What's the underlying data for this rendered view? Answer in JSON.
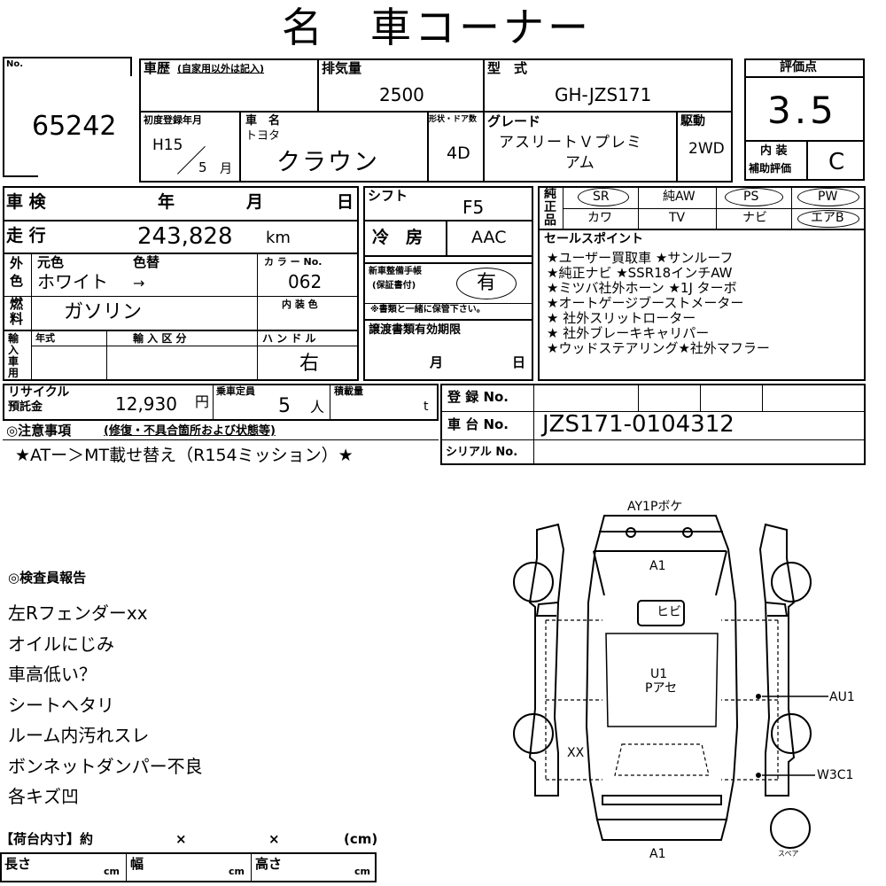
{
  "title": "名　車コーナー",
  "lot": {
    "label": "No.",
    "value": "65242"
  },
  "history": {
    "label": "車歴",
    "note": "(自家用以外は記入)"
  },
  "displacement": {
    "label": "排気量",
    "value": "2500"
  },
  "model": {
    "label": "型　式",
    "value": "GH-JZS171"
  },
  "rating": {
    "label": "評価点",
    "value": "3.5",
    "interior_label1": "内 装",
    "interior_label2": "補助評価",
    "interior_value": "C"
  },
  "first_reg": {
    "label": "初度登録年月",
    "year": "H15",
    "month": "5",
    "month_unit": "月"
  },
  "car_name": {
    "label": "車　名",
    "maker": "トヨタ",
    "value": "クラウン"
  },
  "doors": {
    "label": "形状・ドア数",
    "value": "4D"
  },
  "grade": {
    "label": "グレード",
    "line1": "アスリートＶプレミ",
    "line2": "アム"
  },
  "drive": {
    "label": "駆動",
    "value": "2WD"
  },
  "inspection": {
    "label": "車 検",
    "year": "年",
    "month": "月",
    "day": "日"
  },
  "shift": {
    "label": "シフト",
    "value": "F5"
  },
  "mileage": {
    "label": "走 行",
    "value": "243,828",
    "unit": "km"
  },
  "ac": {
    "label": "冷　房",
    "value": "AAC"
  },
  "color": {
    "label1": "外",
    "label2": "色",
    "orig_label": "元色",
    "repaint_label": "色替",
    "value": "ホワイト",
    "arrow": "→",
    "code_label": "カ ラ ー No.",
    "code": "062",
    "interior_label": "内 装 色"
  },
  "fuel": {
    "label1": "燃",
    "label2": "料",
    "value": "ガソリン"
  },
  "maint": {
    "label1": "新車整備手帳",
    "label2": "(保証書付)",
    "value": "有",
    "note": "※書類と一緒に保管下さい。"
  },
  "import": {
    "label": "輸入車用",
    "year_label": "年式",
    "type_label": "輸 入 区 分",
    "handle_label": "ハ ン ド ル",
    "handle_value": "右"
  },
  "doc_expiry": {
    "label": "譲渡書類有効期限",
    "month": "月",
    "day": "日"
  },
  "equip": {
    "side1": "純",
    "side2": "正",
    "side3": "品",
    "row1": [
      "SR",
      "純AW",
      "PS",
      "PW"
    ],
    "row2": [
      "カワ",
      "TV",
      "ナビ",
      "エアB"
    ]
  },
  "sales": {
    "label": "セールスポイント",
    "lines": [
      "★ユーザー買取車 ★サンルーフ",
      "★純正ナビ ★SSR18インチAW",
      "★ミツバ社外ホーン ★1J ターボ",
      "★オートゲージブーストメーター",
      "★ 社外スリットローター",
      "★ 社外ブレーキキャリパー",
      "★ウッドステアリング★社外マフラー"
    ]
  },
  "recycle": {
    "label1": "リサイクル",
    "label2": "預託金",
    "value": "12,930",
    "unit": "円"
  },
  "capacity": {
    "label": "乗車定員",
    "value": "5",
    "unit": "人"
  },
  "load": {
    "label": "積載量",
    "unit": "t"
  },
  "reg_no": {
    "label": "登 録 No."
  },
  "chassis": {
    "label": "車 台 No.",
    "value": "JZS171-0104312"
  },
  "serial": {
    "label": "シリアル No."
  },
  "caution": {
    "label": "◎注意事項",
    "note": "(修復・不具合箇所および状態等)",
    "value": "★ATー＞MT載せ替え（R154ミッション）★"
  },
  "report": {
    "label": "◎検査員報告",
    "lines": [
      "左Rフェンダーxx",
      "オイルにじみ",
      "車高低い？",
      "シートヘタリ",
      "ルーム内汚れスレ",
      "ボンネットダンパー不良",
      "各キズ凹"
    ]
  },
  "cargo": {
    "label": "【荷台内寸】約",
    "x1": "×",
    "x2": "×",
    "unit": "(cm)",
    "len": "長さ",
    "wid": "幅",
    "hei": "高さ",
    "cm": "cm"
  },
  "diagram": {
    "front": "AY1Pボケ",
    "hood": "A1",
    "windshield": "ヒビ",
    "roof1": "U1",
    "roof2": "Pアセ",
    "left_rear": "XX",
    "right_door": "AU1",
    "right_rear": "W3C1",
    "rear": "A1",
    "spare": "スペア"
  }
}
